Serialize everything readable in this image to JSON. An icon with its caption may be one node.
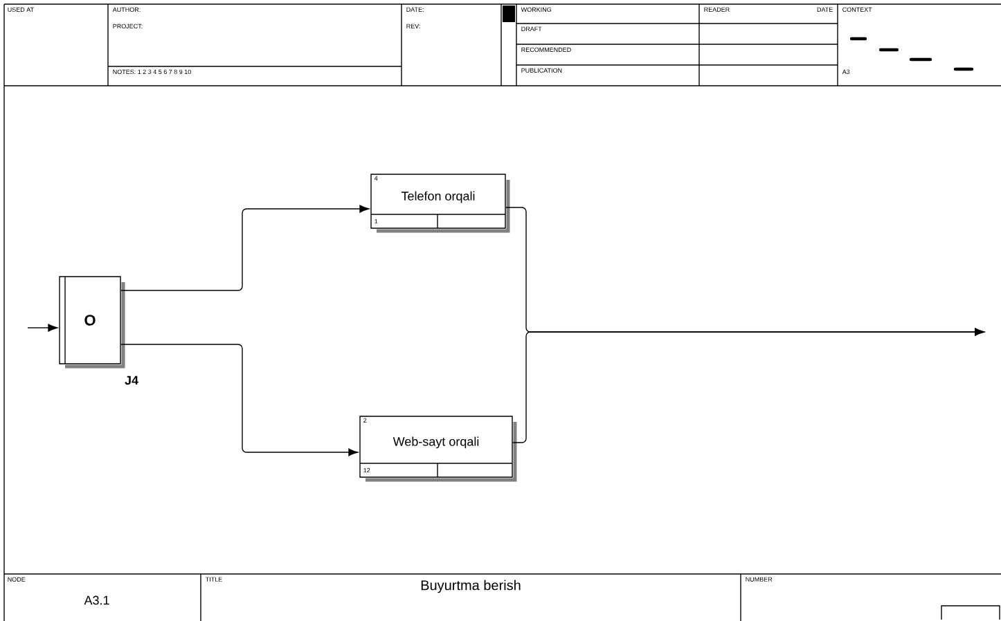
{
  "diagram": {
    "title": "Buyurtma berish",
    "nodes": [
      {
        "text": [
          "O"
        ],
        "beside": [
          "J4"
        ]
      },
      {
        "text": [
          "4",
          "Telefon orqali",
          "1"
        ]
      },
      {
        "text": [
          "2",
          "Web-sayt orqali",
          "12"
        ]
      }
    ],
    "edges": [
      {
        "from": null,
        "to": 0,
        "arrow": "to"
      },
      {
        "from": 0,
        "to": 1,
        "arrow": "to"
      },
      {
        "from": 0,
        "to": 2,
        "arrow": "to"
      },
      {
        "from": 1,
        "to": null,
        "arrow": "to"
      },
      {
        "from": 2,
        "to": null,
        "arrow": "to"
      }
    ],
    "labels": [
      "USED AT",
      "AUTHOR:",
      "PROJECT:",
      "NOTES: 1 2 3 4 5 6 7 8 9 10",
      "DATE:",
      "REV:",
      "WORKING",
      "DRAFT",
      "RECOMMENDED",
      "PUBLICATION",
      "READER",
      "DATE",
      "CONTEXT",
      "A3",
      "NODE",
      "A3.1",
      "TITLE",
      "NUMBER"
    ]
  }
}
